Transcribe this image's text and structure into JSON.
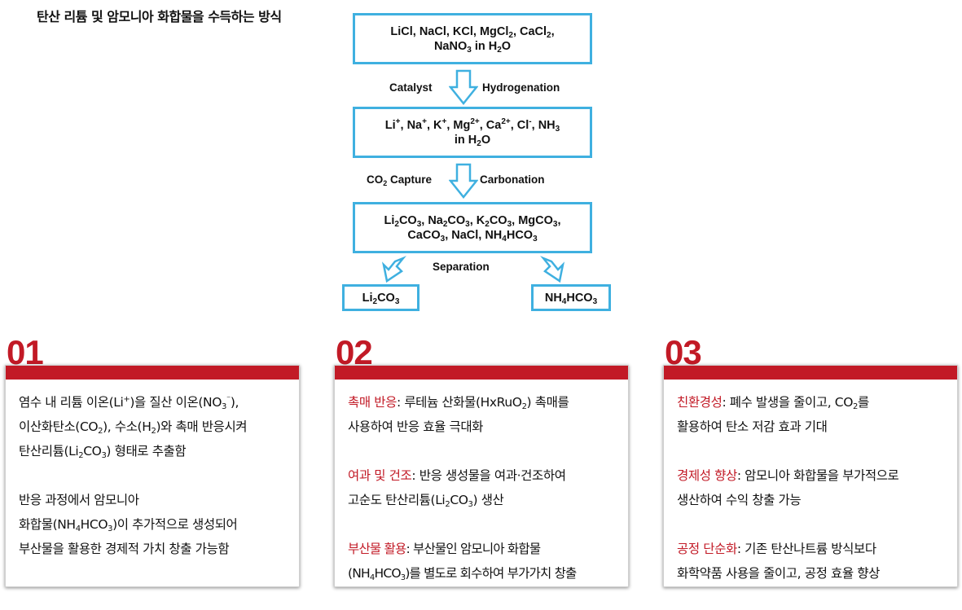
{
  "title": "탄산 리튬 및 암모니아 화합물을 수득하는 방식",
  "flow": {
    "box1_line1": [
      "LiCl, NaCl, KCl, MgCl",
      "2",
      ", CaCl",
      "2",
      ","
    ],
    "box1_line2": [
      "NaNO",
      "3",
      " in H",
      "2",
      "O"
    ],
    "step1_left": "Catalyst",
    "step1_right": "Hydrogenation",
    "box2_line1": [
      "Li",
      "+",
      ", Na",
      "+",
      ", K",
      "+",
      ", Mg",
      "2+",
      ", Ca",
      "2+",
      ", Cl",
      "-",
      ", NH",
      "3"
    ],
    "box2_line2": [
      "in H",
      "2",
      "O"
    ],
    "step2_left": [
      "CO",
      "2",
      " Capture"
    ],
    "step2_right": "Carbonation",
    "box3_line1": [
      "Li",
      "2",
      "CO",
      "3",
      ", Na",
      "2",
      "CO",
      "3",
      ", K",
      "2",
      "CO",
      "3",
      ", MgCO",
      "3",
      ","
    ],
    "box3_line2": [
      "CaCO",
      "3",
      ", NaCl, NH",
      "4",
      "HCO",
      "3"
    ],
    "step3": "Separation",
    "out_left": [
      "Li",
      "2",
      "CO",
      "3"
    ],
    "out_right": [
      "NH",
      "4",
      "HCO",
      "3"
    ],
    "colors": {
      "box_border": "#3fb0e0",
      "accent": "#c21a26"
    }
  },
  "cards": [
    {
      "number": "01",
      "p1": [
        "염수 내 리튬 이온(Li",
        "+",
        ")을 질산 이온(NO",
        "3",
        "⁻",
        "),",
        "이산화탄소(CO",
        "2",
        "), 수소(H",
        "2",
        ")와 촉매 반응시켜",
        "탄산리튬(Li",
        "2",
        "CO",
        "3",
        ") 형태로 추출함"
      ],
      "p2": [
        "반응 과정에서 암모니아",
        "화합물(NH",
        "4",
        "HCO",
        "3",
        ")이 추가적으로 생성되어",
        "부산물을 활용한 경제적 가치 창출 가능함"
      ]
    },
    {
      "number": "02",
      "items": [
        {
          "key": "촉매 반응",
          "t": [
            ": 루테늄 산화물(HxRuO",
            "2",
            ") 촉매를",
            "사용하여 반응 효율 극대화"
          ]
        },
        {
          "key": "여과 및 건조",
          "t": [
            ": 반응 생성물을 여과·건조하여",
            "고순도 탄산리튬(Li",
            "2",
            "CO",
            "3",
            ") 생산"
          ]
        },
        {
          "key": "부산물 활용",
          "t": [
            ": 부산물인 암모니아 화합물",
            "(NH",
            "4",
            "HCO",
            "3",
            ")를 별도로 회수하여 부가가치 창출"
          ]
        }
      ]
    },
    {
      "number": "03",
      "items": [
        {
          "key": "친환경성",
          "t": [
            ": 폐수 발생을 줄이고, CO",
            "2",
            "를",
            "활용하여 탄소 저감 효과 기대"
          ]
        },
        {
          "key": "경제성 향상",
          "t": [
            ": 암모니아 화합물을 부가적으로",
            "생산하여 수익 창출 가능"
          ]
        },
        {
          "key": "공정 단순화",
          "t": [
            ": 기존 탄산나트륨 방식보다",
            "화학약품 사용을 줄이고, 공정 효율 향상"
          ]
        }
      ]
    }
  ]
}
